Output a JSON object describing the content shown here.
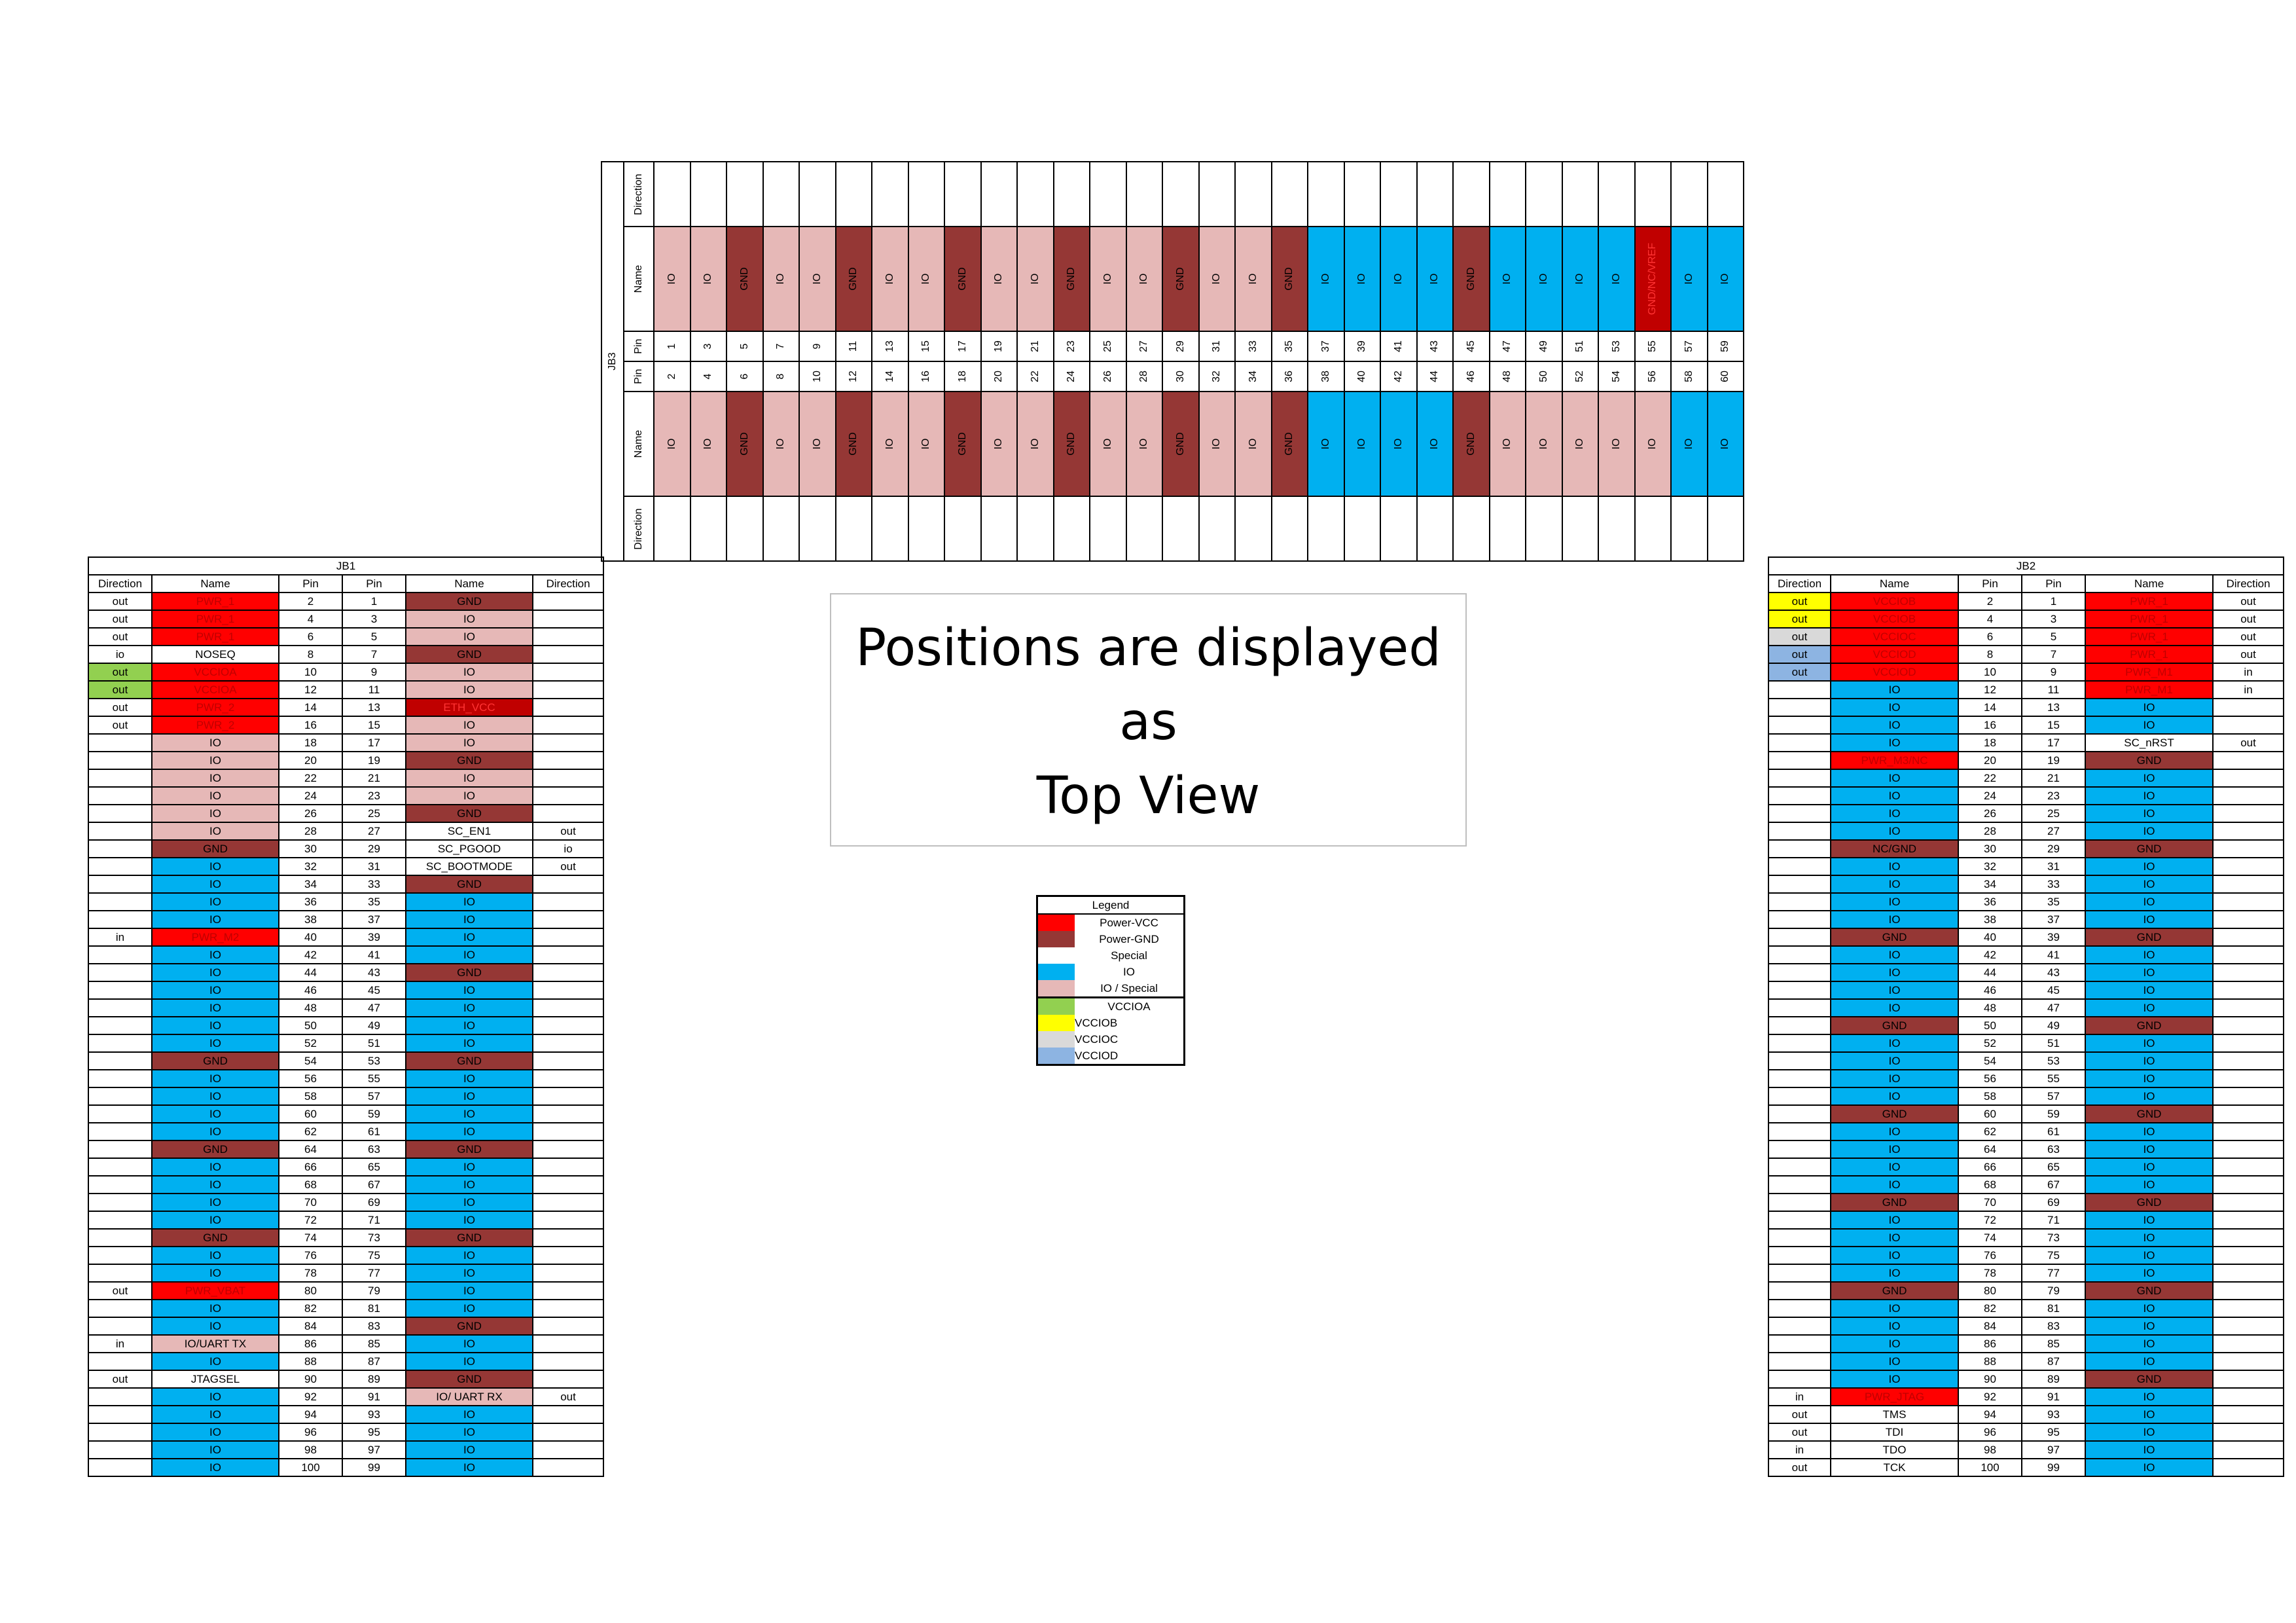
{
  "jb3": {
    "title": "JB3",
    "row_labels": {
      "direction_top": "Direction",
      "name_top": "Name",
      "pin_top": "Pin",
      "pin_bottom": "Pin",
      "name_bottom": "Name",
      "direction_bottom": "Direction"
    },
    "top_names": [
      "IO",
      "IO",
      "GND",
      "IO",
      "IO",
      "GND",
      "IO",
      "IO",
      "GND",
      "IO",
      "IO",
      "GND",
      "IO",
      "IO",
      "GND",
      "IO",
      "IO",
      "GND",
      "IO",
      "IO",
      "IO",
      "IO",
      "GND",
      "IO",
      "IO",
      "IO",
      "IO",
      "GND/NC/VREF",
      "IO",
      "IO"
    ],
    "top_types": [
      "ios",
      "ios",
      "gnd",
      "ios",
      "ios",
      "gnd",
      "ios",
      "ios",
      "gnd",
      "ios",
      "ios",
      "gnd",
      "ios",
      "ios",
      "gnd",
      "ios",
      "ios",
      "gnd",
      "io",
      "io",
      "io",
      "io",
      "gnd",
      "io",
      "io",
      "io",
      "io",
      "eth",
      "io",
      "io"
    ],
    "top_pins": [
      "1",
      "3",
      "5",
      "7",
      "9",
      "11",
      "13",
      "15",
      "17",
      "19",
      "21",
      "23",
      "25",
      "27",
      "29",
      "31",
      "33",
      "35",
      "37",
      "39",
      "41",
      "43",
      "45",
      "47",
      "49",
      "51",
      "53",
      "55",
      "57",
      "59"
    ],
    "bottom_pins": [
      "2",
      "4",
      "6",
      "8",
      "10",
      "12",
      "14",
      "16",
      "18",
      "20",
      "22",
      "24",
      "26",
      "28",
      "30",
      "32",
      "34",
      "36",
      "38",
      "40",
      "42",
      "44",
      "46",
      "48",
      "50",
      "52",
      "54",
      "56",
      "58",
      "60"
    ],
    "bottom_names": [
      "IO",
      "IO",
      "GND",
      "IO",
      "IO",
      "GND",
      "IO",
      "IO",
      "GND",
      "IO",
      "IO",
      "GND",
      "IO",
      "IO",
      "GND",
      "IO",
      "IO",
      "GND",
      "IO",
      "IO",
      "IO",
      "IO",
      "GND",
      "IO",
      "IO",
      "IO",
      "IO",
      "IO",
      "IO",
      "IO"
    ],
    "bottom_types": [
      "ios",
      "ios",
      "gnd",
      "ios",
      "ios",
      "gnd",
      "ios",
      "ios",
      "gnd",
      "ios",
      "ios",
      "gnd",
      "ios",
      "ios",
      "gnd",
      "ios",
      "ios",
      "gnd",
      "io",
      "io",
      "io",
      "io",
      "gnd",
      "ios",
      "ios",
      "ios",
      "ios",
      "ios",
      "io",
      "io"
    ]
  },
  "jb1": {
    "title": "JB1",
    "headers": [
      "Direction",
      "Name",
      "Pin",
      "Pin",
      "Name",
      "Direction"
    ],
    "rows": [
      [
        "out",
        "",
        "PWR_1",
        "pwr",
        "2",
        "1",
        "GND",
        "gnd",
        ""
      ],
      [
        "out",
        "",
        "PWR_1",
        "pwr",
        "4",
        "3",
        "IO",
        "ios",
        ""
      ],
      [
        "out",
        "",
        "PWR_1",
        "pwr",
        "6",
        "5",
        "IO",
        "ios",
        ""
      ],
      [
        "io",
        "",
        "NOSEQ",
        "sp",
        "8",
        "7",
        "GND",
        "gnd",
        ""
      ],
      [
        "out",
        "cA",
        "VCCIOA",
        "pwr",
        "10",
        "9",
        "IO",
        "ios",
        ""
      ],
      [
        "out",
        "cA",
        "VCCIOA",
        "pwr",
        "12",
        "11",
        "IO",
        "ios",
        ""
      ],
      [
        "out",
        "",
        "PWR_2",
        "pwr",
        "14",
        "13",
        "ETH_VCC",
        "eth",
        ""
      ],
      [
        "out",
        "",
        "PWR_2",
        "pwr",
        "16",
        "15",
        "IO",
        "ios",
        ""
      ],
      [
        "",
        "",
        "IO",
        "ios",
        "18",
        "17",
        "IO",
        "ios",
        ""
      ],
      [
        "",
        "",
        "IO",
        "ios",
        "20",
        "19",
        "GND",
        "gnd",
        ""
      ],
      [
        "",
        "",
        "IO",
        "ios",
        "22",
        "21",
        "IO",
        "ios",
        ""
      ],
      [
        "",
        "",
        "IO",
        "ios",
        "24",
        "23",
        "IO",
        "ios",
        ""
      ],
      [
        "",
        "",
        "IO",
        "ios",
        "26",
        "25",
        "GND",
        "gnd",
        ""
      ],
      [
        "",
        "",
        "IO",
        "ios",
        "28",
        "27",
        "SC_EN1",
        "sp",
        "out"
      ],
      [
        "",
        "",
        "GND",
        "gnd",
        "30",
        "29",
        "SC_PGOOD",
        "sp",
        "io"
      ],
      [
        "",
        "",
        "IO",
        "io",
        "32",
        "31",
        "SC_BOOTMODE",
        "sp",
        "out"
      ],
      [
        "",
        "",
        "IO",
        "io",
        "34",
        "33",
        "GND",
        "gnd",
        ""
      ],
      [
        "",
        "",
        "IO",
        "io",
        "36",
        "35",
        "IO",
        "io",
        ""
      ],
      [
        "",
        "",
        "IO",
        "io",
        "38",
        "37",
        "IO",
        "io",
        ""
      ],
      [
        "in",
        "",
        "PWR_M2",
        "pwr",
        "40",
        "39",
        "IO",
        "io",
        ""
      ],
      [
        "",
        "",
        "IO",
        "io",
        "42",
        "41",
        "IO",
        "io",
        ""
      ],
      [
        "",
        "",
        "IO",
        "io",
        "44",
        "43",
        "GND",
        "gnd",
        ""
      ],
      [
        "",
        "",
        "IO",
        "io",
        "46",
        "45",
        "IO",
        "io",
        ""
      ],
      [
        "",
        "",
        "IO",
        "io",
        "48",
        "47",
        "IO",
        "io",
        ""
      ],
      [
        "",
        "",
        "IO",
        "io",
        "50",
        "49",
        "IO",
        "io",
        ""
      ],
      [
        "",
        "",
        "IO",
        "io",
        "52",
        "51",
        "IO",
        "io",
        ""
      ],
      [
        "",
        "",
        "GND",
        "gnd",
        "54",
        "53",
        "GND",
        "gnd",
        ""
      ],
      [
        "",
        "",
        "IO",
        "io",
        "56",
        "55",
        "IO",
        "io",
        ""
      ],
      [
        "",
        "",
        "IO",
        "io",
        "58",
        "57",
        "IO",
        "io",
        ""
      ],
      [
        "",
        "",
        "IO",
        "io",
        "60",
        "59",
        "IO",
        "io",
        ""
      ],
      [
        "",
        "",
        "IO",
        "io",
        "62",
        "61",
        "IO",
        "io",
        ""
      ],
      [
        "",
        "",
        "GND",
        "gnd",
        "64",
        "63",
        "GND",
        "gnd",
        ""
      ],
      [
        "",
        "",
        "IO",
        "io",
        "66",
        "65",
        "IO",
        "io",
        ""
      ],
      [
        "",
        "",
        "IO",
        "io",
        "68",
        "67",
        "IO",
        "io",
        ""
      ],
      [
        "",
        "",
        "IO",
        "io",
        "70",
        "69",
        "IO",
        "io",
        ""
      ],
      [
        "",
        "",
        "IO",
        "io",
        "72",
        "71",
        "IO",
        "io",
        ""
      ],
      [
        "",
        "",
        "GND",
        "gnd",
        "74",
        "73",
        "GND",
        "gnd",
        ""
      ],
      [
        "",
        "",
        "IO",
        "io",
        "76",
        "75",
        "IO",
        "io",
        ""
      ],
      [
        "",
        "",
        "IO",
        "io",
        "78",
        "77",
        "IO",
        "io",
        ""
      ],
      [
        "out",
        "",
        "PWR_VBAT",
        "pwr",
        "80",
        "79",
        "IO",
        "io",
        ""
      ],
      [
        "",
        "",
        "IO",
        "io",
        "82",
        "81",
        "IO",
        "io",
        ""
      ],
      [
        "",
        "",
        "IO",
        "io",
        "84",
        "83",
        "GND",
        "gnd",
        ""
      ],
      [
        "in",
        "",
        "IO/UART TX",
        "ios",
        "86",
        "85",
        "IO",
        "io",
        ""
      ],
      [
        "",
        "",
        "IO",
        "io",
        "88",
        "87",
        "IO",
        "io",
        ""
      ],
      [
        "out",
        "",
        "JTAGSEL",
        "sp",
        "90",
        "89",
        "GND",
        "gnd",
        ""
      ],
      [
        "",
        "",
        "IO",
        "io",
        "92",
        "91",
        "IO/ UART RX",
        "ios",
        "out"
      ],
      [
        "",
        "",
        "IO",
        "io",
        "94",
        "93",
        "IO",
        "io",
        ""
      ],
      [
        "",
        "",
        "IO",
        "io",
        "96",
        "95",
        "IO",
        "io",
        ""
      ],
      [
        "",
        "",
        "IO",
        "io",
        "98",
        "97",
        "IO",
        "io",
        ""
      ],
      [
        "",
        "",
        "IO",
        "io",
        "100",
        "99",
        "IO",
        "io",
        ""
      ]
    ]
  },
  "jb2": {
    "title": "JB2",
    "headers": [
      "Direction",
      "Name",
      "Pin",
      "Pin",
      "Name",
      "Direction"
    ],
    "rows": [
      [
        "out",
        "cB",
        "VCCIOB",
        "pwr",
        "2",
        "1",
        "PWR_1",
        "pwr",
        "out"
      ],
      [
        "out",
        "cB",
        "VCCIOB",
        "pwr",
        "4",
        "3",
        "PWR_1",
        "pwr",
        "out"
      ],
      [
        "out",
        "cC",
        "VCCIOC",
        "pwr",
        "6",
        "5",
        "PWR_1",
        "pwr",
        "out"
      ],
      [
        "out",
        "cD",
        "VCCIOD",
        "pwr",
        "8",
        "7",
        "PWR_1",
        "pwr",
        "out"
      ],
      [
        "out",
        "cD",
        "VCCIOD",
        "pwr",
        "10",
        "9",
        "PWR_M1",
        "pwr",
        "in"
      ],
      [
        "",
        "",
        "IO",
        "io",
        "12",
        "11",
        "PWR_M1",
        "pwr",
        "in"
      ],
      [
        "",
        "",
        "IO",
        "io",
        "14",
        "13",
        "IO",
        "io",
        ""
      ],
      [
        "",
        "",
        "IO",
        "io",
        "16",
        "15",
        "IO",
        "io",
        ""
      ],
      [
        "",
        "",
        "IO",
        "io",
        "18",
        "17",
        "SC_nRST",
        "sp",
        "out"
      ],
      [
        "",
        "",
        "PWR_M3/NC",
        "pwr",
        "20",
        "19",
        "GND",
        "gnd",
        ""
      ],
      [
        "",
        "",
        "IO",
        "io",
        "22",
        "21",
        "IO",
        "io",
        ""
      ],
      [
        "",
        "",
        "IO",
        "io",
        "24",
        "23",
        "IO",
        "io",
        ""
      ],
      [
        "",
        "",
        "IO",
        "io",
        "26",
        "25",
        "IO",
        "io",
        ""
      ],
      [
        "",
        "",
        "IO",
        "io",
        "28",
        "27",
        "IO",
        "io",
        ""
      ],
      [
        "",
        "",
        "NC/GND",
        "gnd",
        "30",
        "29",
        "GND",
        "gnd",
        ""
      ],
      [
        "",
        "",
        "IO",
        "io",
        "32",
        "31",
        "IO",
        "io",
        ""
      ],
      [
        "",
        "",
        "IO",
        "io",
        "34",
        "33",
        "IO",
        "io",
        ""
      ],
      [
        "",
        "",
        "IO",
        "io",
        "36",
        "35",
        "IO",
        "io",
        ""
      ],
      [
        "",
        "",
        "IO",
        "io",
        "38",
        "37",
        "IO",
        "io",
        ""
      ],
      [
        "",
        "",
        "GND",
        "gnd",
        "40",
        "39",
        "GND",
        "gnd",
        ""
      ],
      [
        "",
        "",
        "IO",
        "io",
        "42",
        "41",
        "IO",
        "io",
        ""
      ],
      [
        "",
        "",
        "IO",
        "io",
        "44",
        "43",
        "IO",
        "io",
        ""
      ],
      [
        "",
        "",
        "IO",
        "io",
        "46",
        "45",
        "IO",
        "io",
        ""
      ],
      [
        "",
        "",
        "IO",
        "io",
        "48",
        "47",
        "IO",
        "io",
        ""
      ],
      [
        "",
        "",
        "GND",
        "gnd",
        "50",
        "49",
        "GND",
        "gnd",
        ""
      ],
      [
        "",
        "",
        "IO",
        "io",
        "52",
        "51",
        "IO",
        "io",
        ""
      ],
      [
        "",
        "",
        "IO",
        "io",
        "54",
        "53",
        "IO",
        "io",
        ""
      ],
      [
        "",
        "",
        "IO",
        "io",
        "56",
        "55",
        "IO",
        "io",
        ""
      ],
      [
        "",
        "",
        "IO",
        "io",
        "58",
        "57",
        "IO",
        "io",
        ""
      ],
      [
        "",
        "",
        "GND",
        "gnd",
        "60",
        "59",
        "GND",
        "gnd",
        ""
      ],
      [
        "",
        "",
        "IO",
        "io",
        "62",
        "61",
        "IO",
        "io",
        ""
      ],
      [
        "",
        "",
        "IO",
        "io",
        "64",
        "63",
        "IO",
        "io",
        ""
      ],
      [
        "",
        "",
        "IO",
        "io",
        "66",
        "65",
        "IO",
        "io",
        ""
      ],
      [
        "",
        "",
        "IO",
        "io",
        "68",
        "67",
        "IO",
        "io",
        ""
      ],
      [
        "",
        "",
        "GND",
        "gnd",
        "70",
        "69",
        "GND",
        "gnd",
        ""
      ],
      [
        "",
        "",
        "IO",
        "io",
        "72",
        "71",
        "IO",
        "io",
        ""
      ],
      [
        "",
        "",
        "IO",
        "io",
        "74",
        "73",
        "IO",
        "io",
        ""
      ],
      [
        "",
        "",
        "IO",
        "io",
        "76",
        "75",
        "IO",
        "io",
        ""
      ],
      [
        "",
        "",
        "IO",
        "io",
        "78",
        "77",
        "IO",
        "io",
        ""
      ],
      [
        "",
        "",
        "GND",
        "gnd",
        "80",
        "79",
        "GND",
        "gnd",
        ""
      ],
      [
        "",
        "",
        "IO",
        "io",
        "82",
        "81",
        "IO",
        "io",
        ""
      ],
      [
        "",
        "",
        "IO",
        "io",
        "84",
        "83",
        "IO",
        "io",
        ""
      ],
      [
        "",
        "",
        "IO",
        "io",
        "86",
        "85",
        "IO",
        "io",
        ""
      ],
      [
        "",
        "",
        "IO",
        "io",
        "88",
        "87",
        "IO",
        "io",
        ""
      ],
      [
        "",
        "",
        "IO",
        "io",
        "90",
        "89",
        "GND",
        "gnd",
        ""
      ],
      [
        "in",
        "",
        "PWR_JTAG",
        "pwr",
        "92",
        "91",
        "IO",
        "io",
        ""
      ],
      [
        "out",
        "",
        "TMS",
        "sp",
        "94",
        "93",
        "IO",
        "io",
        ""
      ],
      [
        "out",
        "",
        "TDI",
        "sp",
        "96",
        "95",
        "IO",
        "io",
        ""
      ],
      [
        "in",
        "",
        "TDO",
        "sp",
        "98",
        "97",
        "IO",
        "io",
        ""
      ],
      [
        "out",
        "",
        "TCK",
        "sp",
        "100",
        "99",
        "IO",
        "io",
        ""
      ]
    ]
  },
  "info": {
    "line1": "Positions are displayed",
    "line2": "as",
    "line3": "Top View"
  },
  "legend": {
    "title": "Legend",
    "items": [
      {
        "label": "Power-VCC",
        "type": "pwr"
      },
      {
        "label": "Power-GND",
        "type": "gnd"
      },
      {
        "label": "Special",
        "type": "sp"
      },
      {
        "label": "IO",
        "type": "io"
      },
      {
        "label": "IO / Special",
        "type": "ios"
      },
      {
        "label": "VCCIOA",
        "type": "cA"
      },
      {
        "label": "VCCIOB",
        "type": "cB"
      },
      {
        "label": "VCCIOC",
        "type": "cC"
      },
      {
        "label": "VCCIOD",
        "type": "cD"
      }
    ]
  }
}
